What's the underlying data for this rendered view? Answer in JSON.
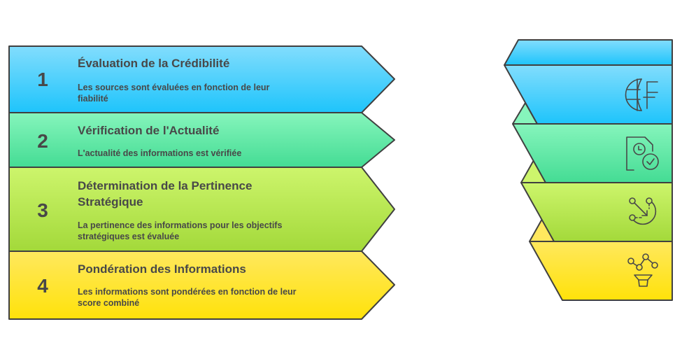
{
  "diagram": {
    "steps": [
      {
        "number": "1",
        "title": "Évaluation de la Crédibilité",
        "description": "Les sources sont évaluées en fonction de leur fiabilité",
        "description_lines": [
          "Les sources sont évaluées en fonction de leur",
          "fiabilité"
        ],
        "icon": "globe-currency-icon",
        "color_top": "#82ddfd",
        "color_bottom": "#1ec4fb"
      },
      {
        "number": "2",
        "title": "Vérification de l'Actualité",
        "description": "L'actualité des informations est vérifiée",
        "description_lines": [
          "L'actualité des informations est vérifiée"
        ],
        "icon": "document-clock-check-icon",
        "color_top": "#86f5bc",
        "color_bottom": "#44dc94"
      },
      {
        "number": "3",
        "title": "Détermination de la Pertinence Stratégique",
        "title_lines": [
          "Détermination de la Pertinence",
          "Stratégique"
        ],
        "description": "La pertinence des informations pour les objectifs stratégiques est évaluée",
        "description_lines": [
          "La pertinence des informations pour les objectifs",
          "stratégiques est évaluée"
        ],
        "icon": "path-target-icon",
        "color_top": "#cdf56c",
        "color_bottom": "#a3d93a"
      },
      {
        "number": "4",
        "title": "Pondération des Informations",
        "description": "Les informations sont pondérées en fonction de leur score combiné",
        "description_lines": [
          "Les informations sont pondérées en fonction de leur",
          "score combiné"
        ],
        "icon": "nodes-funnel-icon",
        "color_top": "#ffe85e",
        "color_bottom": "#ffe20a"
      }
    ],
    "stroke_color": "#404040",
    "text_color": "#484848"
  }
}
